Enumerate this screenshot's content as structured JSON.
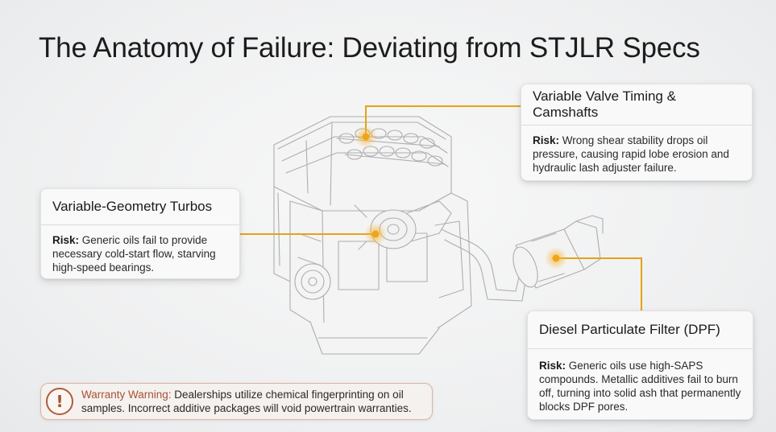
{
  "title": "The Anatomy of Failure: Deviating from STJLR Specs",
  "colors": {
    "callout_line": "#e5a315",
    "warning_accent": "#a85034",
    "engine_line": "#aeaeae"
  },
  "callouts": {
    "vvt": {
      "title": "Variable Valve Timing & Camshafts",
      "risk_label": "Risk:",
      "risk_text": "Wrong shear stability drops oil pressure, causing rapid lobe erosion and hydraulic lash adjuster failure."
    },
    "turbo": {
      "title": "Variable-Geometry Turbos",
      "risk_label": "Risk:",
      "risk_text": "Generic oils fail to provide necessary cold-start flow, starving high-speed bearings."
    },
    "dpf": {
      "title": "Diesel Particulate Filter (DPF)",
      "risk_label": "Risk:",
      "risk_text": "Generic oils use high-SAPS compounds. Metallic additives fail to burn off, turning into solid ash that permanently blocks DPF pores."
    }
  },
  "warning": {
    "icon": "exclamation-icon",
    "label": "Warranty Warning:",
    "text": "Dealerships utilize chemical fingerprinting on oil samples. Incorrect additive packages will void powertrain warranties."
  }
}
